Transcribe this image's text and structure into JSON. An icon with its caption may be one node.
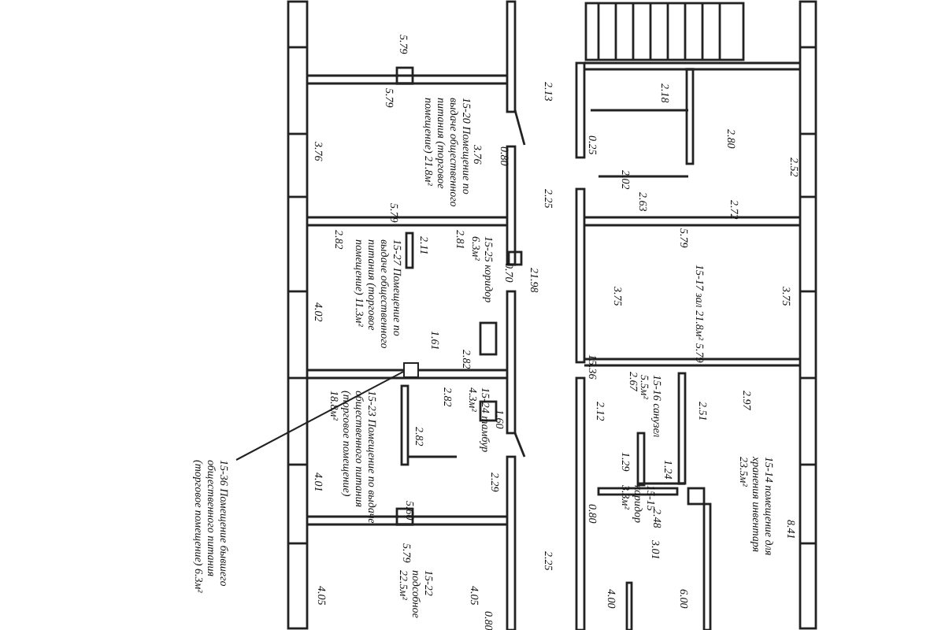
{
  "diagram": {
    "nodes": [
      {
        "text": [
          "15-36 Помещение бывшего общественного питания (торговое помещение) 6.3м²"
        ]
      },
      {
        "text": [],
        "shape": "box"
      }
    ],
    "edges": [
      {
        "from": 0,
        "to": 1,
        "arrow": "none"
      }
    ],
    "labels": [
      "5.79",
      "5.79",
      "3.76",
      "15-20 Помещение по выдаче общественного питания (торговое помещение) 21.8м²",
      "3.76",
      "0.80",
      "5.79",
      "2.13",
      "2.25",
      "2.82",
      "2.11",
      "2.81",
      "0.70",
      "21.98",
      "4.02",
      "15-27 Помещение по выдаче общественного питания (торговое помещение) 11.3м²",
      "15-25 коридор 6.3м²",
      "1.61",
      "2.82",
      "2.82",
      "15-24 тамбур 4.3м²",
      "1.60",
      "2.82",
      "4.01",
      "15-23 Помещение по выдаче общественного питания (торговое помещение) 18.8м²",
      "2.29",
      "5.60",
      "5.79",
      "4.05",
      "15-22 подсобное 22.5м²",
      "4.05",
      "0.80",
      "2.25",
      "0.25",
      "2.18",
      "2.80",
      "2.52",
      "2.02",
      "2.63",
      "2.72",
      "5.79",
      "3.75",
      "15-17 зал 21.8м²",
      "3.75",
      "15.36",
      "0.80",
      "5.79",
      "2.67",
      "15-16 санузел 5.5м²",
      "2.12",
      "2.97",
      "1.29",
      "1.24",
      "2.51",
      "2.48",
      "15-15 коридор 3.3м²",
      "3.01",
      "15-14 помещение для хранения инвентаря 23.5м²",
      "8.41",
      "4.00",
      "6.00"
    ]
  }
}
